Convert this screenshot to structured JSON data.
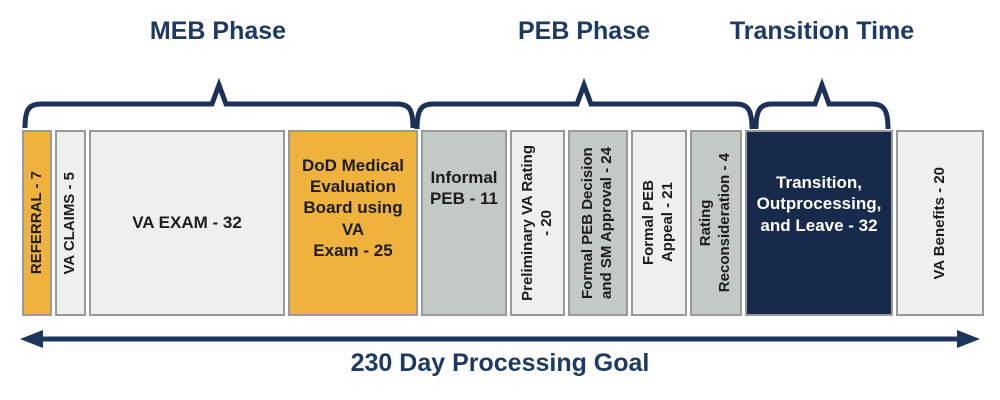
{
  "phases": [
    {
      "label": "MEB Phase"
    },
    {
      "label": "PEB Phase"
    },
    {
      "label": "Transition Time"
    }
  ],
  "bar": {
    "segments": [
      {
        "label": "REFERRAL - 7",
        "days": 7,
        "color": "orange",
        "orientation": "vertical"
      },
      {
        "label": "VA CLAIMS - 5",
        "days": 5,
        "color": "light",
        "orientation": "vertical"
      },
      {
        "label": "VA EXAM - 32",
        "days": 32,
        "color": "light",
        "orientation": "horizontal"
      },
      {
        "label": "DoD Medical\nEvaluation\nBoard using VA\nExam - 25",
        "days": 25,
        "color": "orange",
        "orientation": "horizontal"
      },
      {
        "label": "Informal\nPEB - 11",
        "days": 11,
        "color": "gray",
        "orientation": "horizontal"
      },
      {
        "label": "Preliminary VA Rating\n- 20",
        "days": 20,
        "color": "light",
        "orientation": "vertical"
      },
      {
        "label": "Formal PEB Decision\nand  SM Approval - 24",
        "days": 24,
        "color": "gray",
        "orientation": "vertical"
      },
      {
        "label": "Formal PEB\nAppeal - 21",
        "days": 21,
        "color": "light",
        "orientation": "vertical"
      },
      {
        "label": "Rating\nReconsideration - 4",
        "days": 4,
        "color": "gray",
        "orientation": "vertical"
      },
      {
        "label": "Transition,\nOutprocessing,\nand Leave - 32",
        "days": 32,
        "color": "navy",
        "orientation": "horizontal"
      },
      {
        "label": "VA Benefits - 20",
        "days": 20,
        "color": "light",
        "orientation": "vertical"
      }
    ]
  },
  "footer": {
    "goal_label": "230 Day Processing Goal",
    "total_days": 230
  },
  "colors": {
    "navy_block": "#172A4B",
    "navy_text": "#1C3A63",
    "brace_navy": "#1B3157",
    "orange": "#EFB23D",
    "light_fill": "#EFEFED",
    "gray_fill": "#C3C9C6",
    "border_gray": "#9A9A9A",
    "segment_text": "#1C1C1C"
  }
}
